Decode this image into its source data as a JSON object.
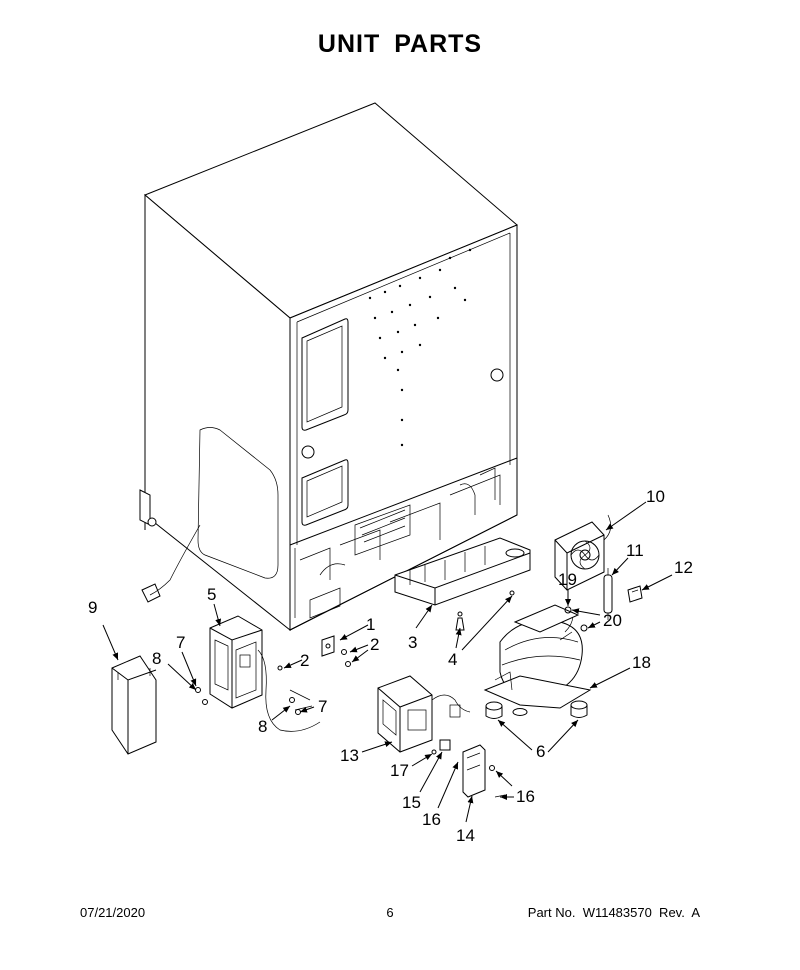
{
  "title": "UNIT PARTS",
  "footer": {
    "date": "07/21/2020",
    "page": "6",
    "part_number": "Part No.  W11483570  Rev.  A"
  },
  "callouts": [
    {
      "id": "c1",
      "label": "1"
    },
    {
      "id": "c2a",
      "label": "2"
    },
    {
      "id": "c2b",
      "label": "2"
    },
    {
      "id": "c3",
      "label": "3"
    },
    {
      "id": "c4",
      "label": "4"
    },
    {
      "id": "c5",
      "label": "5"
    },
    {
      "id": "c6",
      "label": "6"
    },
    {
      "id": "c7a",
      "label": "7"
    },
    {
      "id": "c7b",
      "label": "7"
    },
    {
      "id": "c8a",
      "label": "8"
    },
    {
      "id": "c8b",
      "label": "8"
    },
    {
      "id": "c9",
      "label": "9"
    },
    {
      "id": "c10",
      "label": "10"
    },
    {
      "id": "c11",
      "label": "11"
    },
    {
      "id": "c12",
      "label": "12"
    },
    {
      "id": "c13",
      "label": "13"
    },
    {
      "id": "c14",
      "label": "14"
    },
    {
      "id": "c15",
      "label": "15"
    },
    {
      "id": "c16a",
      "label": "16"
    },
    {
      "id": "c16b",
      "label": "16"
    },
    {
      "id": "c17",
      "label": "17"
    },
    {
      "id": "c18",
      "label": "18"
    },
    {
      "id": "c19",
      "label": "19"
    },
    {
      "id": "c20",
      "label": "20"
    }
  ]
}
